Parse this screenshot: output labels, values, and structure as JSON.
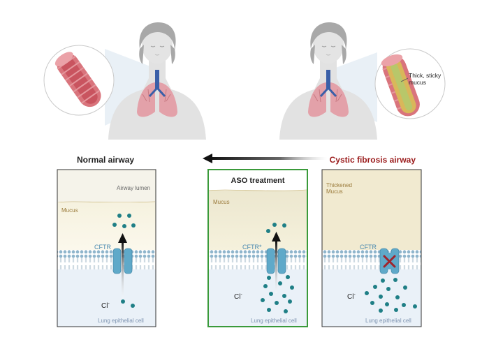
{
  "colors": {
    "cf_title": "#9b1c1c",
    "aso_border": "#3a9a3a",
    "ion": "#1f7f86",
    "cftr": "#5fa9c9",
    "mucus_text": "#9a7a3a",
    "cftr_text": "#4a8ab0",
    "block_x": "#a0242c"
  },
  "top": {
    "callout_text": "Thick, sticky mucus",
    "callout_lines": [
      "Thick, sticky",
      "mucus"
    ],
    "left_person": "healthy-person",
    "right_person": "cf-person"
  },
  "headings": {
    "normal": "Normal airway",
    "cf": "Cystic fibrosis airway"
  },
  "panels": {
    "normal": {
      "lumen_label": "Airway lumen",
      "mucus_label": "Mucus",
      "cftr_label": "CFTR",
      "ion_label": "Cl",
      "ion_charge": "-",
      "cell_label": "Lung epithelial cell"
    },
    "aso": {
      "title": "ASO treatment",
      "mucus_label": "Mucus",
      "cftr_label": "CFTR*",
      "ion_label": "Cl",
      "ion_charge": "-",
      "cell_label": "Lung epithelial cell"
    },
    "cf": {
      "mucus_label_1": "Thickened",
      "mucus_label_2": "Mucus",
      "cftr_label": "CFTR",
      "ion_label": "Cl",
      "ion_charge": "-",
      "cell_label": "Lung epithelial cell"
    }
  }
}
